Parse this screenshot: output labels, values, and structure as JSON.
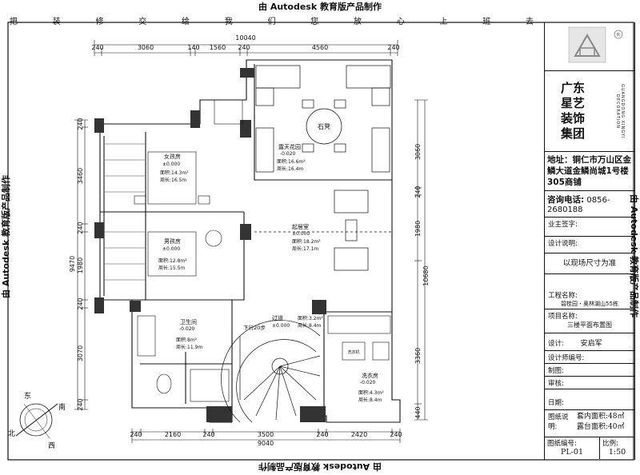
{
  "watermark": "由 Autodesk 教育版产品制作",
  "slogan": [
    "把",
    "装",
    "修",
    "交",
    "给",
    "我",
    "们",
    "您",
    "放",
    "心",
    "上",
    "班",
    "去"
  ],
  "plan": {
    "top_total": "10040",
    "top_segments": [
      "240",
      "3060",
      "140",
      "1560",
      "240",
      "4560",
      "240"
    ],
    "bottom_total": "9040",
    "bottom_segments": [
      "240",
      "2160",
      "240",
      "3500",
      "240",
      "2420",
      "240"
    ],
    "left_total": "9470",
    "left_segments": [
      "240",
      "3460",
      "240",
      "1980",
      "240",
      "3070",
      "240"
    ],
    "right_total": "10680",
    "right_segments": [
      "3060",
      "240",
      "1980",
      "3360",
      "440"
    ],
    "rooms": [
      {
        "name": "女孩房",
        "elev": "±0.000",
        "area": "面积:14.3m²",
        "perim": "周长:16.5m"
      },
      {
        "name": "男孩房",
        "elev": "±0.000",
        "area": "面积:12.8m²",
        "perim": "周长:15.5m"
      },
      {
        "name": "露天花园",
        "elev": "-0.020",
        "area": "面积:16.6m²",
        "perim": "周长:16.4m"
      },
      {
        "name": "起居室",
        "elev": "±0.000",
        "area": "面积:18.2m²",
        "perim": "周长:17.1m"
      },
      {
        "name": "卫生间",
        "elev": "-0.020",
        "area": "面积:8m²",
        "perim": "周长:11.9m"
      },
      {
        "name": "过道",
        "elev": "±0.000",
        "area": "面积:3.2m²",
        "perim": "周长:8.4m"
      },
      {
        "name": "洗衣房",
        "elev": "-0.020",
        "area": "面积:4.3m²",
        "perim": "周长:8.4m"
      }
    ],
    "table_label": "石凳",
    "stair_label": "下行20步",
    "washer_label": "洗衣机",
    "compass": {
      "n": "北",
      "s": "南",
      "e": "东",
      "w": "西"
    }
  },
  "titleblock": {
    "company_lines": [
      "广东",
      "星艺",
      "装饰",
      "集团"
    ],
    "company_en": "GUANGDONG XINGYI DECORATION",
    "address": "地址：铜仁市万山区金鳞大道金鳞尚城1号楼305商铺",
    "phone_label": "咨询电话:",
    "phone": "0856-2680188",
    "owner_label": "业主签字:",
    "design_note_label": "设计说明:",
    "design_note": "以现场尺寸为准",
    "project_label": "工程名称:",
    "project": "碧桂园・奥林湖山55栋",
    "item_label": "项目名称:",
    "item": "三楼平面布置图",
    "designer_label": "设计:",
    "designer": "安启军",
    "designer_no_label": "设计师编号:",
    "drawer_label": "制图:",
    "reviewer_label": "审核:",
    "date_label": "日期:",
    "notes_label": "图纸说明:",
    "notes": [
      "套内面积:48㎡",
      "露台面积:40㎡"
    ],
    "drawing_no_label": "图纸编号:",
    "drawing_no": "PL-01",
    "scale_label": "比例:",
    "scale": "1:50"
  },
  "colors": {
    "line": "#111111",
    "wall": "#333333",
    "bg": "#ffffff"
  }
}
